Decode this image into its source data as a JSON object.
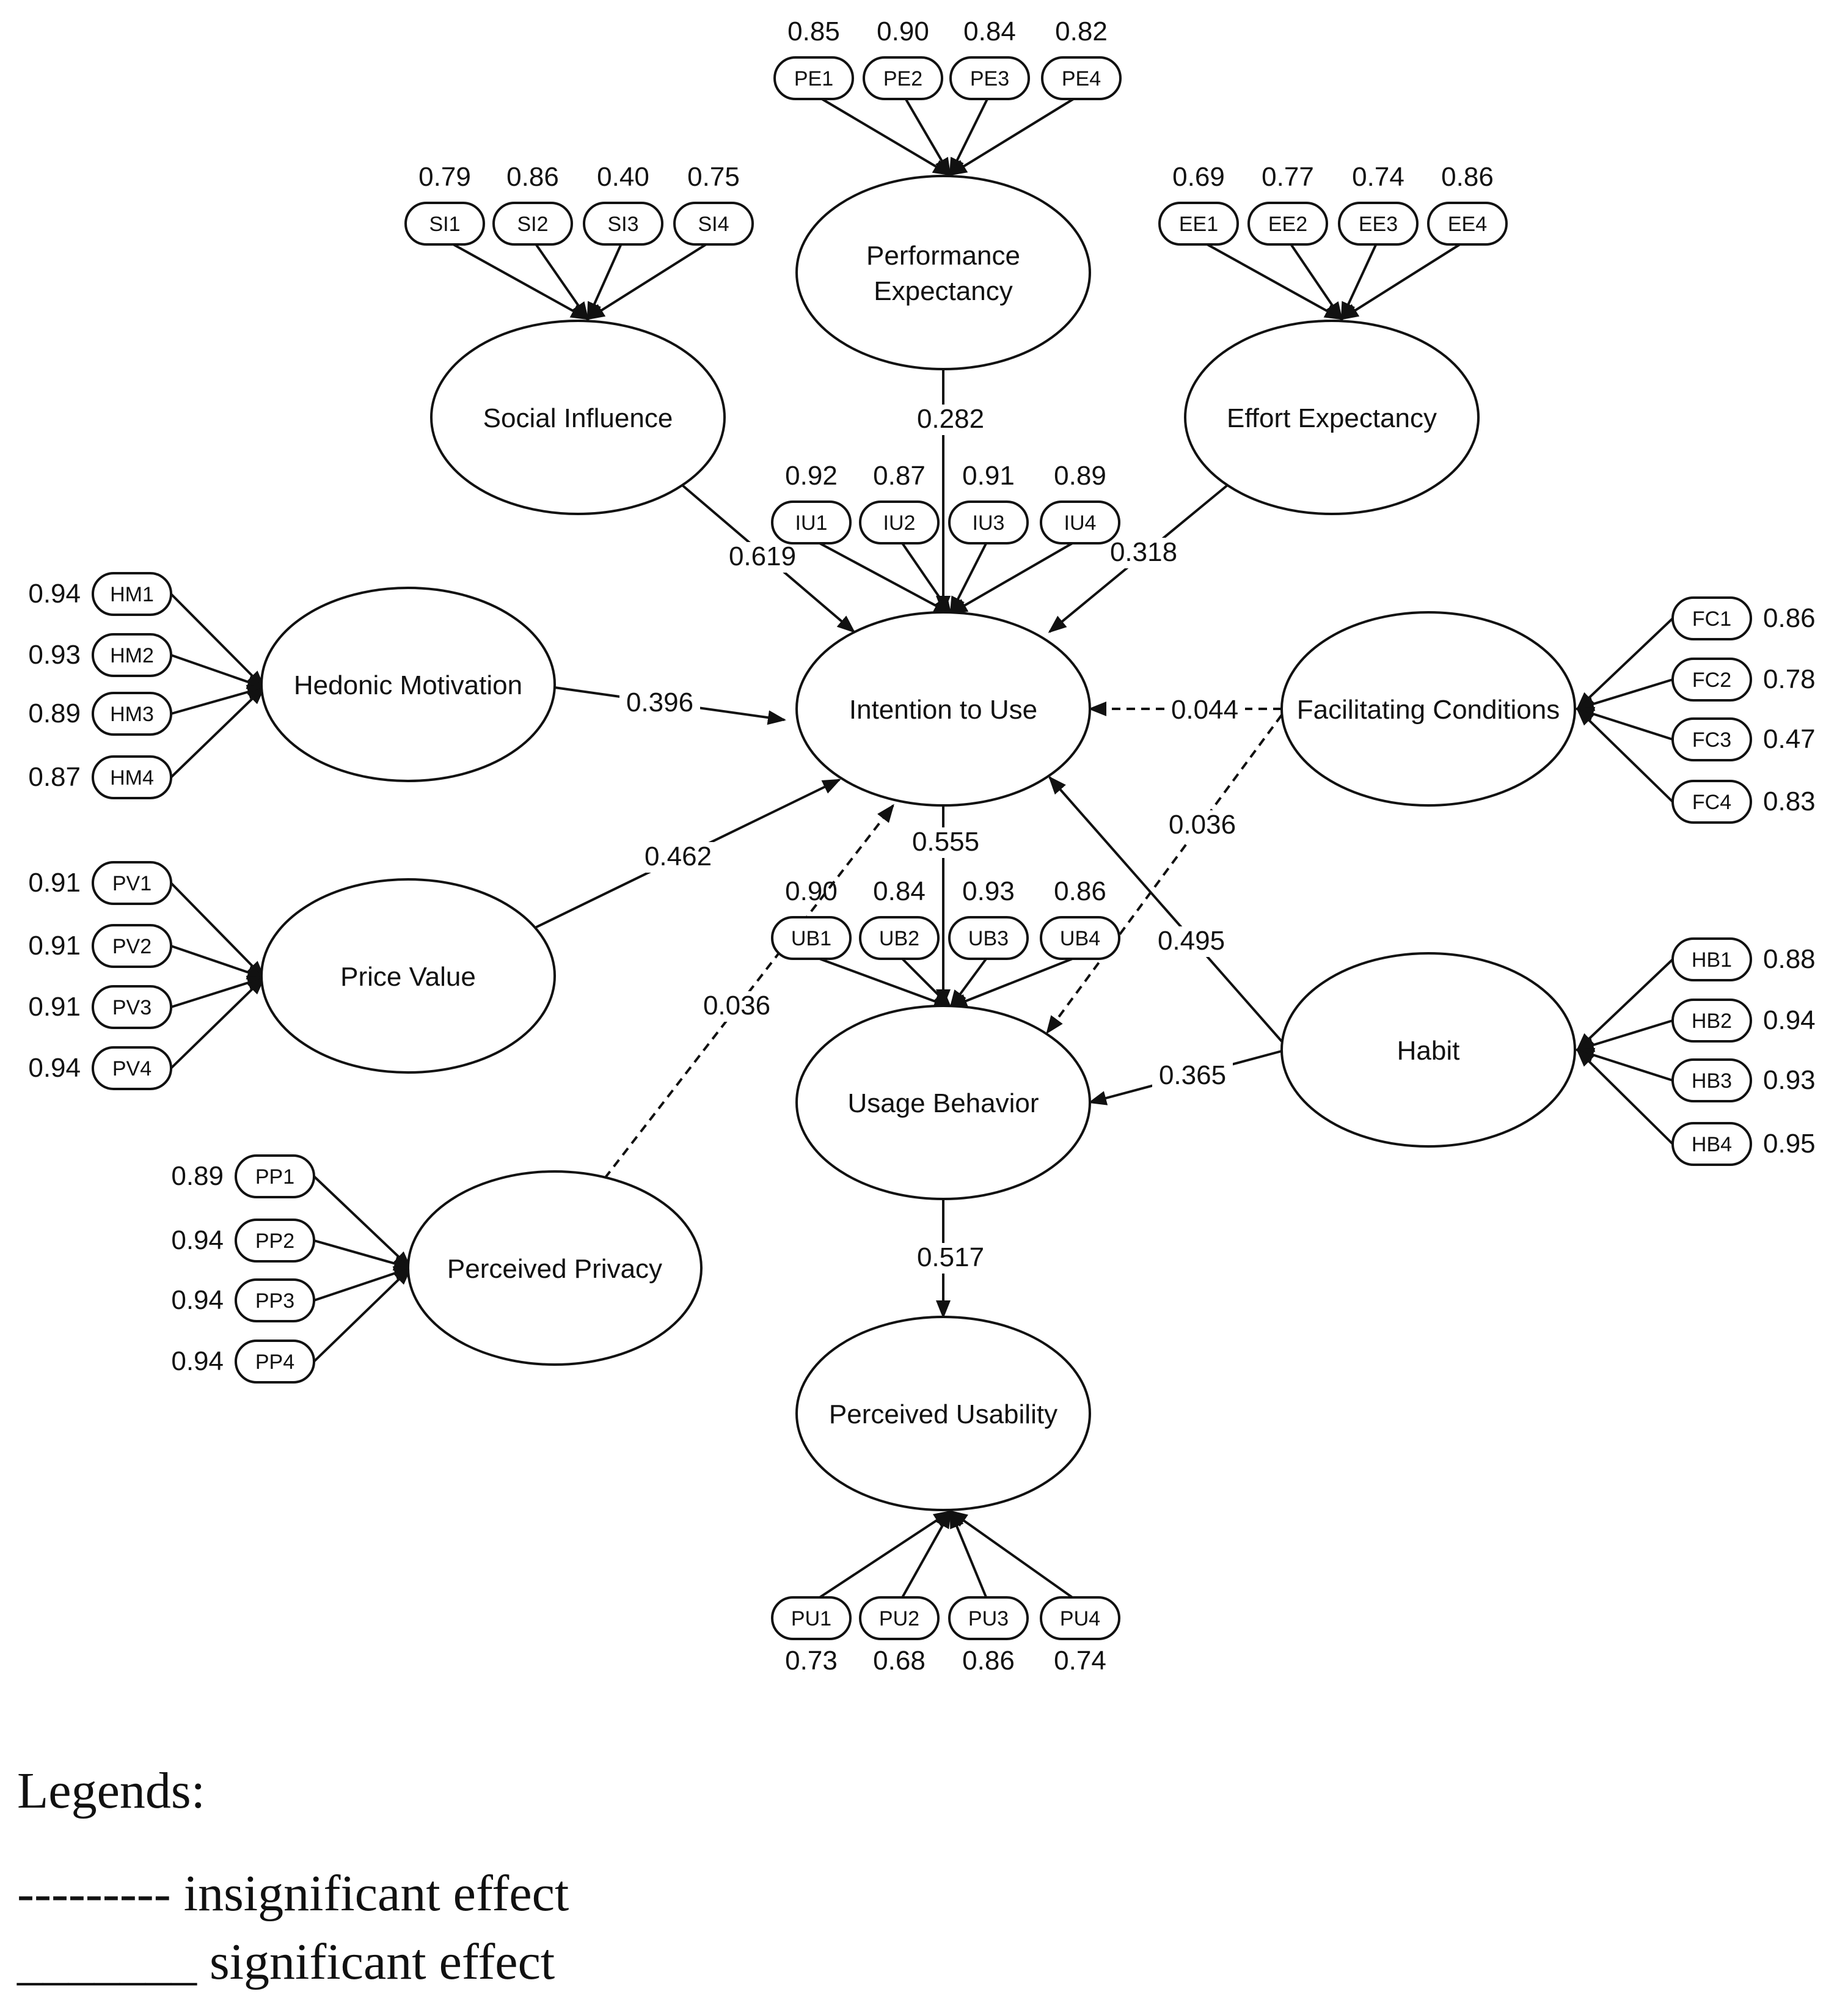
{
  "constructs": [
    {
      "id": "PE",
      "name": "Performance Expectancy",
      "lines": [
        "Performance",
        "Expectancy"
      ]
    },
    {
      "id": "SI",
      "name": "Social Influence",
      "lines": [
        "Social Influence"
      ]
    },
    {
      "id": "EE",
      "name": "Effort Expectancy",
      "lines": [
        "Effort Expectancy"
      ]
    },
    {
      "id": "IU",
      "name": "Intention to Use",
      "lines": [
        "Intention to Use"
      ]
    },
    {
      "id": "HM",
      "name": "Hedonic Motivation",
      "lines": [
        "Hedonic Motivation"
      ]
    },
    {
      "id": "FC",
      "name": "Facilitating Conditions",
      "lines": [
        "Facilitating Conditions"
      ]
    },
    {
      "id": "PV",
      "name": "Price Value",
      "lines": [
        "Price Value"
      ]
    },
    {
      "id": "UB",
      "name": "Usage Behavior",
      "lines": [
        "Usage Behavior"
      ]
    },
    {
      "id": "HB",
      "name": "Habit",
      "lines": [
        "Habit"
      ]
    },
    {
      "id": "PP",
      "name": "Perceived Privacy",
      "lines": [
        "Perceived Privacy"
      ]
    },
    {
      "id": "PU",
      "name": "Perceived Usability",
      "lines": [
        "Perceived Usability"
      ]
    }
  ],
  "indicators": {
    "PE": [
      {
        "label": "PE1",
        "loading": "0.85"
      },
      {
        "label": "PE2",
        "loading": "0.90"
      },
      {
        "label": "PE3",
        "loading": "0.84"
      },
      {
        "label": "PE4",
        "loading": "0.82"
      }
    ],
    "SI": [
      {
        "label": "SI1",
        "loading": "0.79"
      },
      {
        "label": "SI2",
        "loading": "0.86"
      },
      {
        "label": "SI3",
        "loading": "0.40"
      },
      {
        "label": "SI4",
        "loading": "0.75"
      }
    ],
    "EE": [
      {
        "label": "EE1",
        "loading": "0.69"
      },
      {
        "label": "EE2",
        "loading": "0.77"
      },
      {
        "label": "EE3",
        "loading": "0.74"
      },
      {
        "label": "EE4",
        "loading": "0.86"
      }
    ],
    "IU": [
      {
        "label": "IU1",
        "loading": "0.92"
      },
      {
        "label": "IU2",
        "loading": "0.87"
      },
      {
        "label": "IU3",
        "loading": "0.91"
      },
      {
        "label": "IU4",
        "loading": "0.89"
      }
    ],
    "UB": [
      {
        "label": "UB1",
        "loading": "0.90"
      },
      {
        "label": "UB2",
        "loading": "0.84"
      },
      {
        "label": "UB3",
        "loading": "0.93"
      },
      {
        "label": "UB4",
        "loading": "0.86"
      }
    ],
    "PU": [
      {
        "label": "PU1",
        "loading": "0.73"
      },
      {
        "label": "PU2",
        "loading": "0.68"
      },
      {
        "label": "PU3",
        "loading": "0.86"
      },
      {
        "label": "PU4",
        "loading": "0.74"
      }
    ],
    "HM": [
      {
        "label": "HM1",
        "loading": "0.94"
      },
      {
        "label": "HM2",
        "loading": "0.93"
      },
      {
        "label": "HM3",
        "loading": "0.89"
      },
      {
        "label": "HM4",
        "loading": "0.87"
      }
    ],
    "PV": [
      {
        "label": "PV1",
        "loading": "0.91"
      },
      {
        "label": "PV2",
        "loading": "0.91"
      },
      {
        "label": "PV3",
        "loading": "0.91"
      },
      {
        "label": "PV4",
        "loading": "0.94"
      }
    ],
    "PP": [
      {
        "label": "PP1",
        "loading": "0.89"
      },
      {
        "label": "PP2",
        "loading": "0.94"
      },
      {
        "label": "PP3",
        "loading": "0.94"
      },
      {
        "label": "PP4",
        "loading": "0.94"
      }
    ],
    "FC": [
      {
        "label": "FC1",
        "loading": "0.86"
      },
      {
        "label": "FC2",
        "loading": "0.78"
      },
      {
        "label": "FC3",
        "loading": "0.47"
      },
      {
        "label": "FC4",
        "loading": "0.83"
      }
    ],
    "HB": [
      {
        "label": "HB1",
        "loading": "0.88"
      },
      {
        "label": "HB2",
        "loading": "0.94"
      },
      {
        "label": "HB3",
        "loading": "0.93"
      },
      {
        "label": "HB4",
        "loading": "0.95"
      }
    ]
  },
  "paths": [
    {
      "from": "PE",
      "to": "IU",
      "coefficient": "0.282",
      "significant": true
    },
    {
      "from": "SI",
      "to": "IU",
      "coefficient": "0.619",
      "significant": true
    },
    {
      "from": "EE",
      "to": "IU",
      "coefficient": "0.318",
      "significant": true
    },
    {
      "from": "HM",
      "to": "IU",
      "coefficient": "0.396",
      "significant": true
    },
    {
      "from": "PV",
      "to": "IU",
      "coefficient": "0.462",
      "significant": true
    },
    {
      "from": "FC",
      "to": "IU",
      "coefficient": "0.044",
      "significant": false
    },
    {
      "from": "FC",
      "to": "UB",
      "coefficient": "0.036",
      "significant": false
    },
    {
      "from": "PP",
      "to": "IU",
      "coefficient": "0.036",
      "significant": false
    },
    {
      "from": "HB",
      "to": "IU",
      "coefficient": "0.495",
      "significant": true
    },
    {
      "from": "HB",
      "to": "UB",
      "coefficient": "0.365",
      "significant": true
    },
    {
      "from": "IU",
      "to": "UB",
      "coefficient": "0.555",
      "significant": true
    },
    {
      "from": "UB",
      "to": "PU",
      "coefficient": "0.517",
      "significant": true
    }
  ],
  "legend": {
    "title": "Legends:",
    "dashed": "--------- insignificant effect",
    "solid": "_______ significant effect"
  },
  "colors": {
    "ink": "#111111",
    "background": "#ffffff"
  }
}
